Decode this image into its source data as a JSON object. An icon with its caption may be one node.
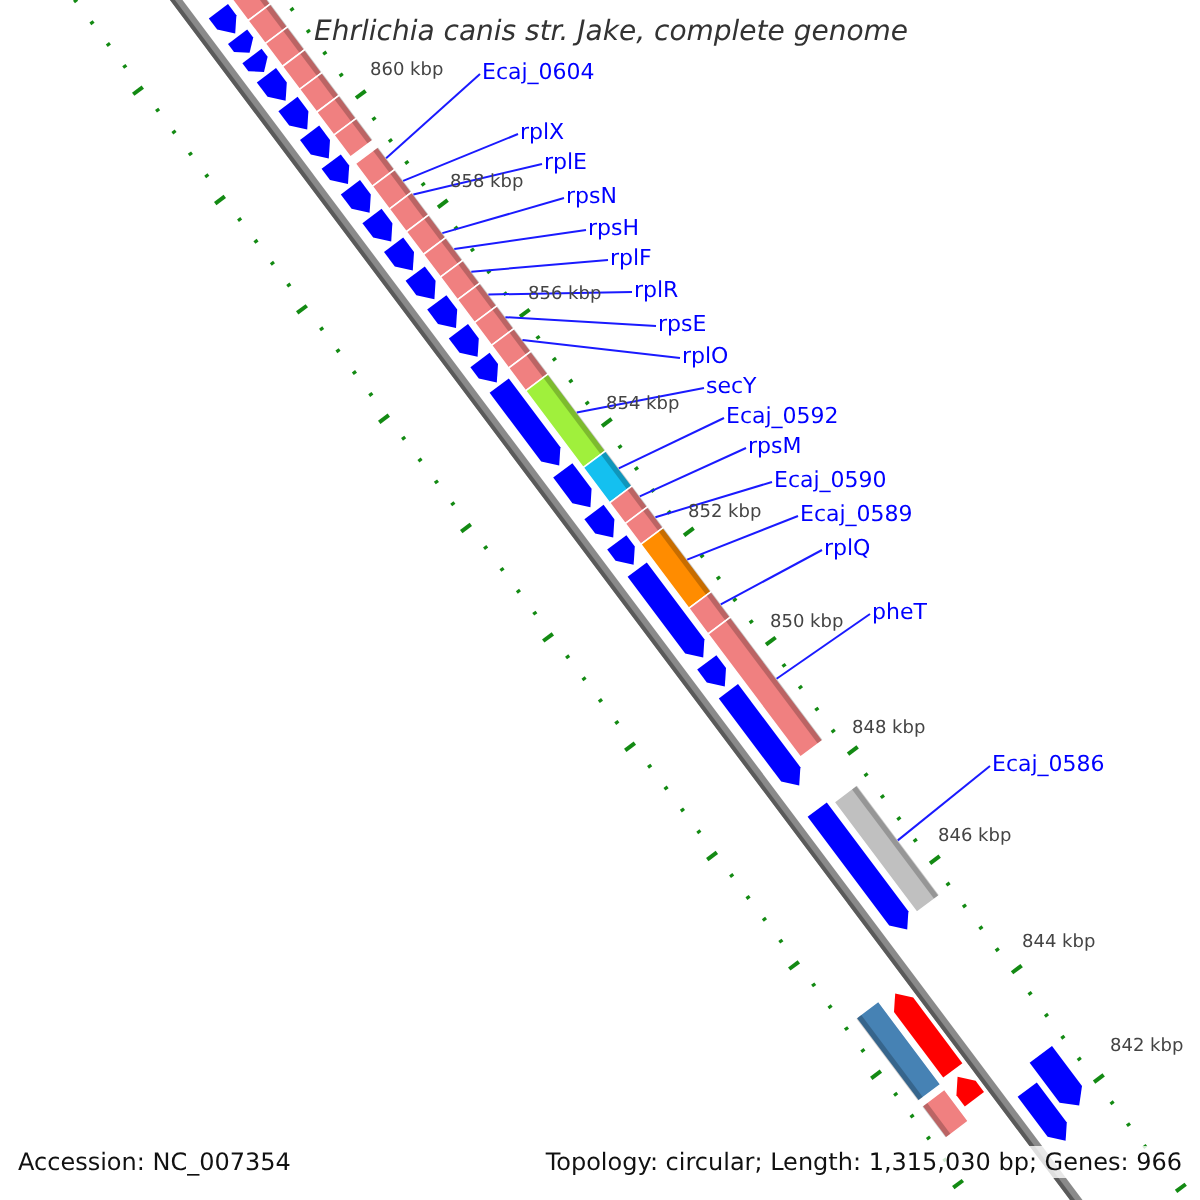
{
  "diagram": {
    "title": "Ehrlichia canis str. Jake, complete genome",
    "nodes": [
      {
        "text": [
          "Ecaj_0604"
        ]
      },
      {
        "text": [
          "rplX"
        ]
      },
      {
        "text": [
          "rplE"
        ]
      },
      {
        "text": [
          "rpsN"
        ]
      },
      {
        "text": [
          "rpsH"
        ]
      },
      {
        "text": [
          "rplF"
        ]
      },
      {
        "text": [
          "rplR"
        ]
      },
      {
        "text": [
          "rpsE"
        ]
      },
      {
        "text": [
          "rplO"
        ]
      },
      {
        "text": [
          "secY"
        ]
      },
      {
        "text": [
          "Ecaj_0592"
        ]
      },
      {
        "text": [
          "rpsM"
        ]
      },
      {
        "text": [
          "Ecaj_0590"
        ]
      },
      {
        "text": [
          "Ecaj_0589"
        ]
      },
      {
        "text": [
          "rplQ"
        ]
      },
      {
        "text": [
          "pheT"
        ]
      },
      {
        "text": [
          "Ecaj_0586"
        ]
      },
      {
        "text": [],
        "shape": "bar"
      },
      {
        "text": [],
        "shape": "pentagon"
      },
      {
        "text": [],
        "shape": "bar"
      },
      {
        "text": [],
        "shape": "pentagon"
      },
      {
        "text": [],
        "shape": "bar"
      },
      {
        "text": [],
        "shape": "pentagon"
      },
      {
        "text": [],
        "shape": "pentagon"
      },
      {
        "text": [],
        "shape": "bar"
      },
      {
        "text": [],
        "shape": "bar"
      },
      {
        "text": [],
        "shape": "pentagon"
      },
      {
        "text": [],
        "shape": "bar"
      },
      {
        "text": [],
        "shape": "pentagon"
      },
      {
        "text": [],
        "shape": "bar"
      },
      {
        "text": [],
        "shape": "pentagon"
      },
      {
        "text": [],
        "shape": "bar"
      },
      {
        "text": [],
        "shape": "pentagon"
      },
      {
        "text": [],
        "shape": "bar"
      },
      {
        "text": [],
        "shape": "pentagon"
      },
      {
        "text": [],
        "shape": "bar"
      },
      {
        "text": [],
        "shape": "bar"
      },
      {
        "text": [],
        "shape": "pentagon"
      },
      {
        "text": [],
        "shape": "bar"
      },
      {
        "text": [],
        "shape": "pentagon"
      },
      {
        "text": [],
        "shape": "bar"
      },
      {
        "text": [],
        "shape": "pentagon"
      },
      {
        "text": [],
        "shape": "bar"
      },
      {
        "text": [],
        "shape": "pentagon"
      },
      {
        "text": [],
        "shape": "bar"
      },
      {
        "text": [],
        "shape": "bar"
      },
      {
        "text": [],
        "shape": "pentagon"
      },
      {
        "text": [],
        "shape": "bar"
      },
      {
        "text": [],
        "shape": "pentagon"
      },
      {
        "text": [],
        "shape": "bar"
      },
      {
        "text": [],
        "shape": "pentagon"
      },
      {
        "text": [],
        "shape": "bar"
      },
      {
        "text": [],
        "shape": "pentagon"
      },
      {
        "text": [],
        "shape": "bar"
      },
      {
        "text": [],
        "shape": "bar"
      },
      {
        "text": [],
        "shape": "pentagon"
      },
      {
        "text": [],
        "shape": "bar"
      },
      {
        "text": [],
        "shape": "pentagon"
      },
      {
        "text": [],
        "shape": "bar"
      },
      {
        "text": [],
        "shape": "bar"
      },
      {
        "text": [],
        "shape": "pentagon"
      },
      {
        "text": [],
        "shape": "pentagon"
      },
      {
        "text": [],
        "shape": "pentagon"
      },
      {
        "text": [],
        "shape": "bar"
      },
      {
        "text": [],
        "shape": "bar"
      },
      {
        "text": [],
        "shape": "pentagon"
      },
      {
        "text": [],
        "shape": "pentagon"
      },
      {
        "text": [],
        "shape": "bar"
      },
      {
        "text": [],
        "shape": "pentagon"
      },
      {
        "text": [],
        "shape": "pentagon"
      }
    ],
    "edges": [
      {
        "from": 0,
        "to": 31,
        "arrow": "none"
      },
      {
        "from": 1,
        "to": 33,
        "arrow": "none"
      },
      {
        "from": 2,
        "to": 35,
        "arrow": "none"
      },
      {
        "from": 3,
        "to": 36,
        "arrow": "none"
      },
      {
        "from": 4,
        "to": 38,
        "arrow": "none"
      },
      {
        "from": 5,
        "to": 40,
        "arrow": "none"
      },
      {
        "from": 6,
        "to": 42,
        "arrow": "none"
      },
      {
        "from": 7,
        "to": 44,
        "arrow": "none"
      },
      {
        "from": 8,
        "to": 45,
        "arrow": "none"
      },
      {
        "from": 9,
        "to": 49,
        "arrow": "none"
      },
      {
        "from": 10,
        "to": 51,
        "arrow": "none"
      },
      {
        "from": 11,
        "to": 53,
        "arrow": "none"
      },
      {
        "from": 12,
        "to": 54,
        "arrow": "none"
      },
      {
        "from": 13,
        "to": 56,
        "arrow": "none"
      },
      {
        "from": 14,
        "to": 58,
        "arrow": "none"
      },
      {
        "from": 15,
        "to": 59,
        "arrow": "none"
      },
      {
        "from": 16,
        "to": 63,
        "arrow": "none"
      }
    ],
    "labels": [
      "860 kbp",
      "858 kbp",
      "856 kbp",
      "854 kbp",
      "852 kbp",
      "850 kbp",
      "848 kbp",
      "846 kbp",
      "844 kbp",
      "842 kbp",
      "Accession: NC_007354",
      "Topology: circular; Length: 1,315,030 bp; Genes: 966"
    ]
  }
}
